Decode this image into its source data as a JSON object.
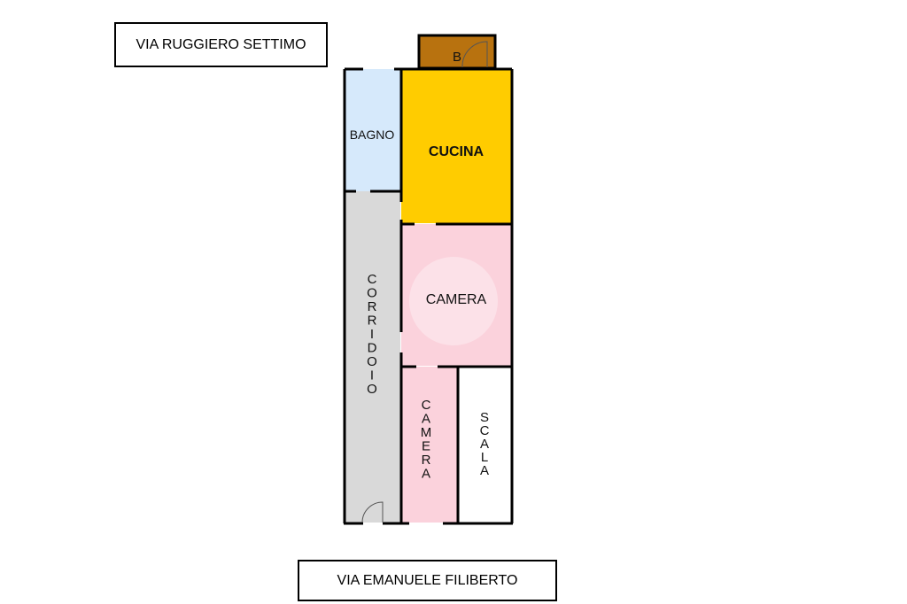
{
  "streets": {
    "top": "VIA RUGGIERO SETTIMO",
    "bottom": "VIA EMANUELE FILIBERTO"
  },
  "rooms": {
    "balcony": {
      "label": "B",
      "color": "#b8720f"
    },
    "bathroom": {
      "label": "BAGNO",
      "color": "#d6e9fb"
    },
    "kitchen": {
      "label": "CUCINA",
      "color": "#ffcc00"
    },
    "corridor": {
      "label": "CORRIDOIO",
      "color": "#d9d9d9"
    },
    "bedroom_large": {
      "label": "CAMERA",
      "color": "#fbd2dc"
    },
    "bedroom_small": {
      "label": "CAMERA",
      "color": "#fbd2dc"
    },
    "stairs": {
      "label": "SCALA",
      "color": "#ffffff"
    }
  }
}
